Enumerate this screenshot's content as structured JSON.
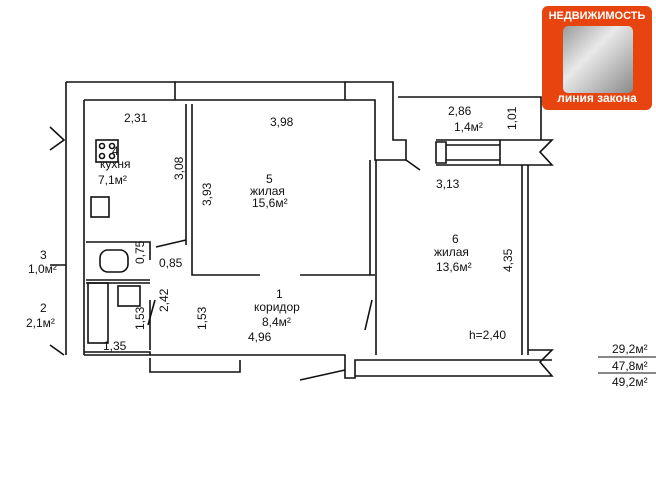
{
  "logo": {
    "top_text": "НЕДВИЖИМОСТЬ",
    "bottom_text": "линия закона"
  },
  "rooms": [
    {
      "num": "1",
      "name": "коридор",
      "area": "8,4м²"
    },
    {
      "num": "2",
      "area": "2,1м²"
    },
    {
      "num": "3",
      "area": "1,0м²"
    },
    {
      "num": "4",
      "name": "кухня",
      "area": "7,1м²"
    },
    {
      "num": "5",
      "name": "жилая",
      "area": "15,6м²"
    },
    {
      "num": "6",
      "name": "жилая",
      "area": "13,6м²"
    },
    {
      "area": "1,4м²"
    }
  ],
  "dimensions": {
    "d231": "2,31",
    "d398": "3,98",
    "d308": "3,08",
    "d393": "3,93",
    "d075": "0,75",
    "d085": "0,85",
    "d242": "2,42",
    "d153a": "1,53",
    "d153b": "1,53",
    "d135": "1,35",
    "d496": "4,96",
    "d286": "2,86",
    "d101": "1,01",
    "d313": "3,13",
    "d435": "4,35"
  },
  "height": "h=2,40",
  "totals": {
    "living": "29,2м²",
    "total": "47,8м²",
    "total_with_balcony": "49,2м²"
  }
}
